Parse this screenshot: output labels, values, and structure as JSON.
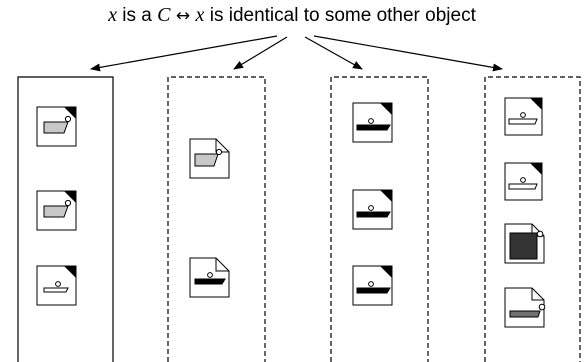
{
  "caption": {
    "var": "x",
    "is_a": " is a ",
    "class_symbol": "C",
    "arrow": " ↔ ",
    "var2": "x",
    "rest": " is identical to some other object"
  },
  "colors": {
    "line": "#000000",
    "gray_fill": "#c8c8c8",
    "dark_fill": "#333333",
    "mid_fill": "#707070",
    "white": "#ffffff"
  },
  "columns": [
    {
      "name": "column-1",
      "border": "solid",
      "icons": [
        "gray-ship",
        "gray-ship",
        "white-ship"
      ]
    },
    {
      "name": "column-2",
      "border": "dashed",
      "icons": [
        "gray-ship-open-corner",
        "black-ship-open-corner"
      ]
    },
    {
      "name": "column-3",
      "border": "dashed",
      "icons": [
        "black-ship",
        "black-ship",
        "black-ship"
      ]
    },
    {
      "name": "column-4",
      "border": "dashed",
      "icons": [
        "white-ship",
        "white-ship",
        "dark-square-open-corner",
        "mid-ship-open-corner"
      ]
    }
  ]
}
